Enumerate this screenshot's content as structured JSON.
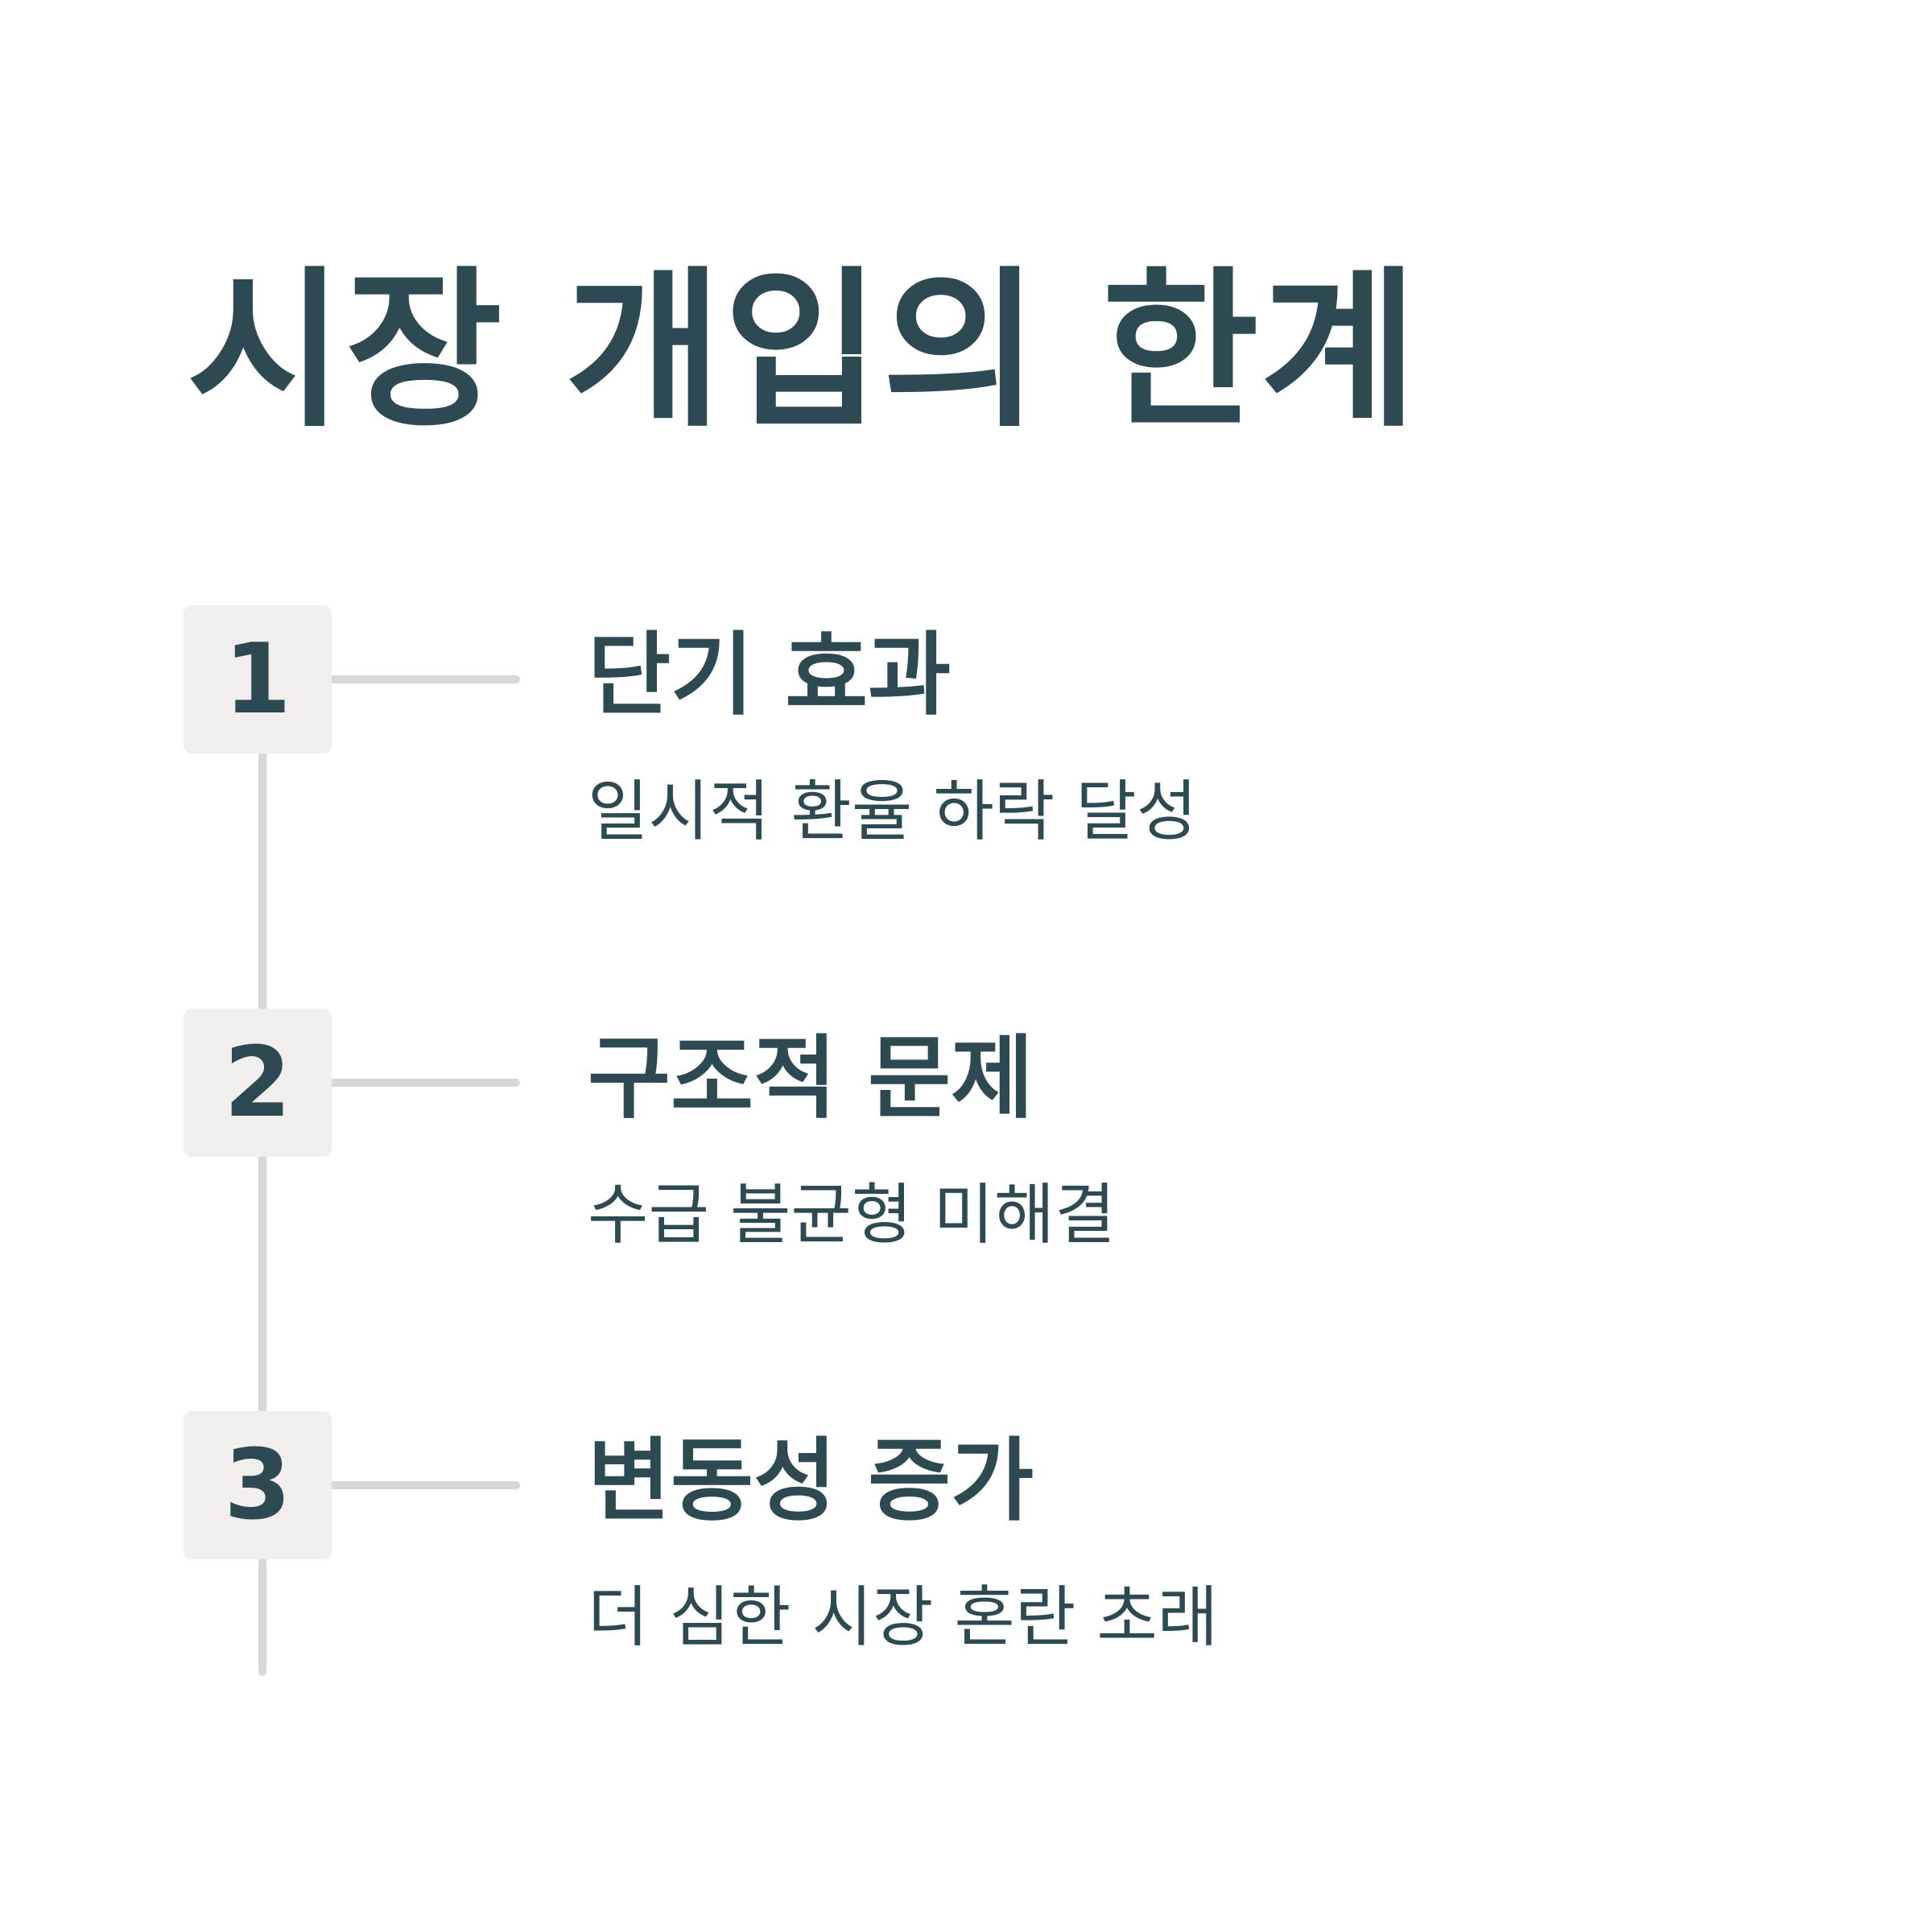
{
  "title": "시장 개입의 한계",
  "colors": {
    "text": "#2d4a53",
    "box": "#f1eeed",
    "line": "#d8d6d6",
    "background": "#ffffff"
  },
  "steps": [
    {
      "number": "1",
      "heading": "단기 효과",
      "description": "일시적 환율 하락 달성"
    },
    {
      "number": "2",
      "heading": "구조적 문제",
      "description": "수급 불균형 미해결"
    },
    {
      "number": "3",
      "heading": "변동성 증가",
      "description": "더 심한 시장 혼란 초래"
    }
  ]
}
